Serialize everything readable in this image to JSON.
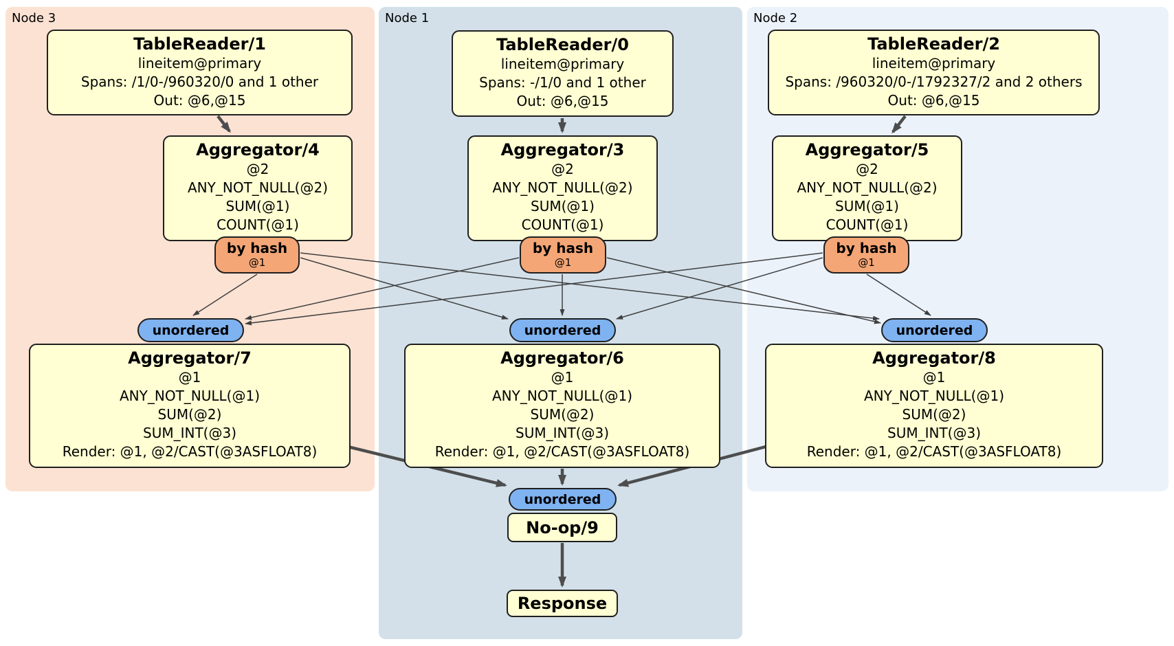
{
  "diagram_type": "distsql-plan",
  "colors": {
    "node3_bg": "#fce2d3",
    "node1_bg": "#d3e0e9",
    "node2_bg": "#ecf2fa",
    "processor_fill": "#ffffd3",
    "processor_border": "#1f1f1f",
    "hash_router_fill": "#f4a676",
    "sync_fill": "#7fb2f0",
    "edge_thin": "#3f3f3f",
    "edge_thick": "#4d4d4d"
  },
  "regions": [
    {
      "label": "Node 3"
    },
    {
      "label": "Node 1"
    },
    {
      "label": "Node 2"
    }
  ],
  "processors": {
    "tablereader1": {
      "title": "TableReader/1",
      "lines": [
        "lineitem@primary",
        "Spans: /1/0-/960320/0 and 1 other",
        "Out: @6,@15"
      ]
    },
    "tablereader0": {
      "title": "TableReader/0",
      "lines": [
        "lineitem@primary",
        "Spans: -/1/0 and 1 other",
        "Out: @6,@15"
      ]
    },
    "tablereader2": {
      "title": "TableReader/2",
      "lines": [
        "lineitem@primary",
        "Spans: /960320/0-/1792327/2 and 2 others",
        "Out: @6,@15"
      ]
    },
    "aggregator4": {
      "title": "Aggregator/4",
      "lines": [
        "@2",
        "ANY_NOT_NULL(@2)",
        "SUM(@1)",
        "COUNT(@1)"
      ]
    },
    "aggregator3": {
      "title": "Aggregator/3",
      "lines": [
        "@2",
        "ANY_NOT_NULL(@2)",
        "SUM(@1)",
        "COUNT(@1)"
      ]
    },
    "aggregator5": {
      "title": "Aggregator/5",
      "lines": [
        "@2",
        "ANY_NOT_NULL(@2)",
        "SUM(@1)",
        "COUNT(@1)"
      ]
    },
    "aggregator7": {
      "title": "Aggregator/7",
      "lines": [
        "@1",
        "ANY_NOT_NULL(@1)",
        "SUM(@2)",
        "SUM_INT(@3)",
        "Render: @1, @2/CAST(@3ASFLOAT8)"
      ]
    },
    "aggregator6": {
      "title": "Aggregator/6",
      "lines": [
        "@1",
        "ANY_NOT_NULL(@1)",
        "SUM(@2)",
        "SUM_INT(@3)",
        "Render: @1, @2/CAST(@3ASFLOAT8)"
      ]
    },
    "aggregator8": {
      "title": "Aggregator/8",
      "lines": [
        "@1",
        "ANY_NOT_NULL(@1)",
        "SUM(@2)",
        "SUM_INT(@3)",
        "Render: @1, @2/CAST(@3ASFLOAT8)"
      ]
    },
    "noop9": {
      "title": "No-op/9"
    },
    "response": {
      "title": "Response"
    }
  },
  "routers": [
    {
      "label": "by hash",
      "detail": "@1"
    },
    {
      "label": "by hash",
      "detail": "@1"
    },
    {
      "label": "by hash",
      "detail": "@1"
    }
  ],
  "syncs": [
    {
      "label": "unordered"
    },
    {
      "label": "unordered"
    },
    {
      "label": "unordered"
    },
    {
      "label": "unordered"
    }
  ],
  "edges": [
    {
      "from": "tablereader1",
      "to": "aggregator4"
    },
    {
      "from": "tablereader0",
      "to": "aggregator3"
    },
    {
      "from": "tablereader2",
      "to": "aggregator5"
    },
    {
      "from": "aggregator4-by-hash",
      "to": "unordered-aggregator7"
    },
    {
      "from": "aggregator4-by-hash",
      "to": "unordered-aggregator6"
    },
    {
      "from": "aggregator4-by-hash",
      "to": "unordered-aggregator8"
    },
    {
      "from": "aggregator3-by-hash",
      "to": "unordered-aggregator7"
    },
    {
      "from": "aggregator3-by-hash",
      "to": "unordered-aggregator6"
    },
    {
      "from": "aggregator3-by-hash",
      "to": "unordered-aggregator8"
    },
    {
      "from": "aggregator5-by-hash",
      "to": "unordered-aggregator7"
    },
    {
      "from": "aggregator5-by-hash",
      "to": "unordered-aggregator6"
    },
    {
      "from": "aggregator5-by-hash",
      "to": "unordered-aggregator8"
    },
    {
      "from": "aggregator7",
      "to": "unordered-noop9"
    },
    {
      "from": "aggregator6",
      "to": "unordered-noop9"
    },
    {
      "from": "aggregator8",
      "to": "unordered-noop9"
    },
    {
      "from": "noop9",
      "to": "response"
    }
  ]
}
